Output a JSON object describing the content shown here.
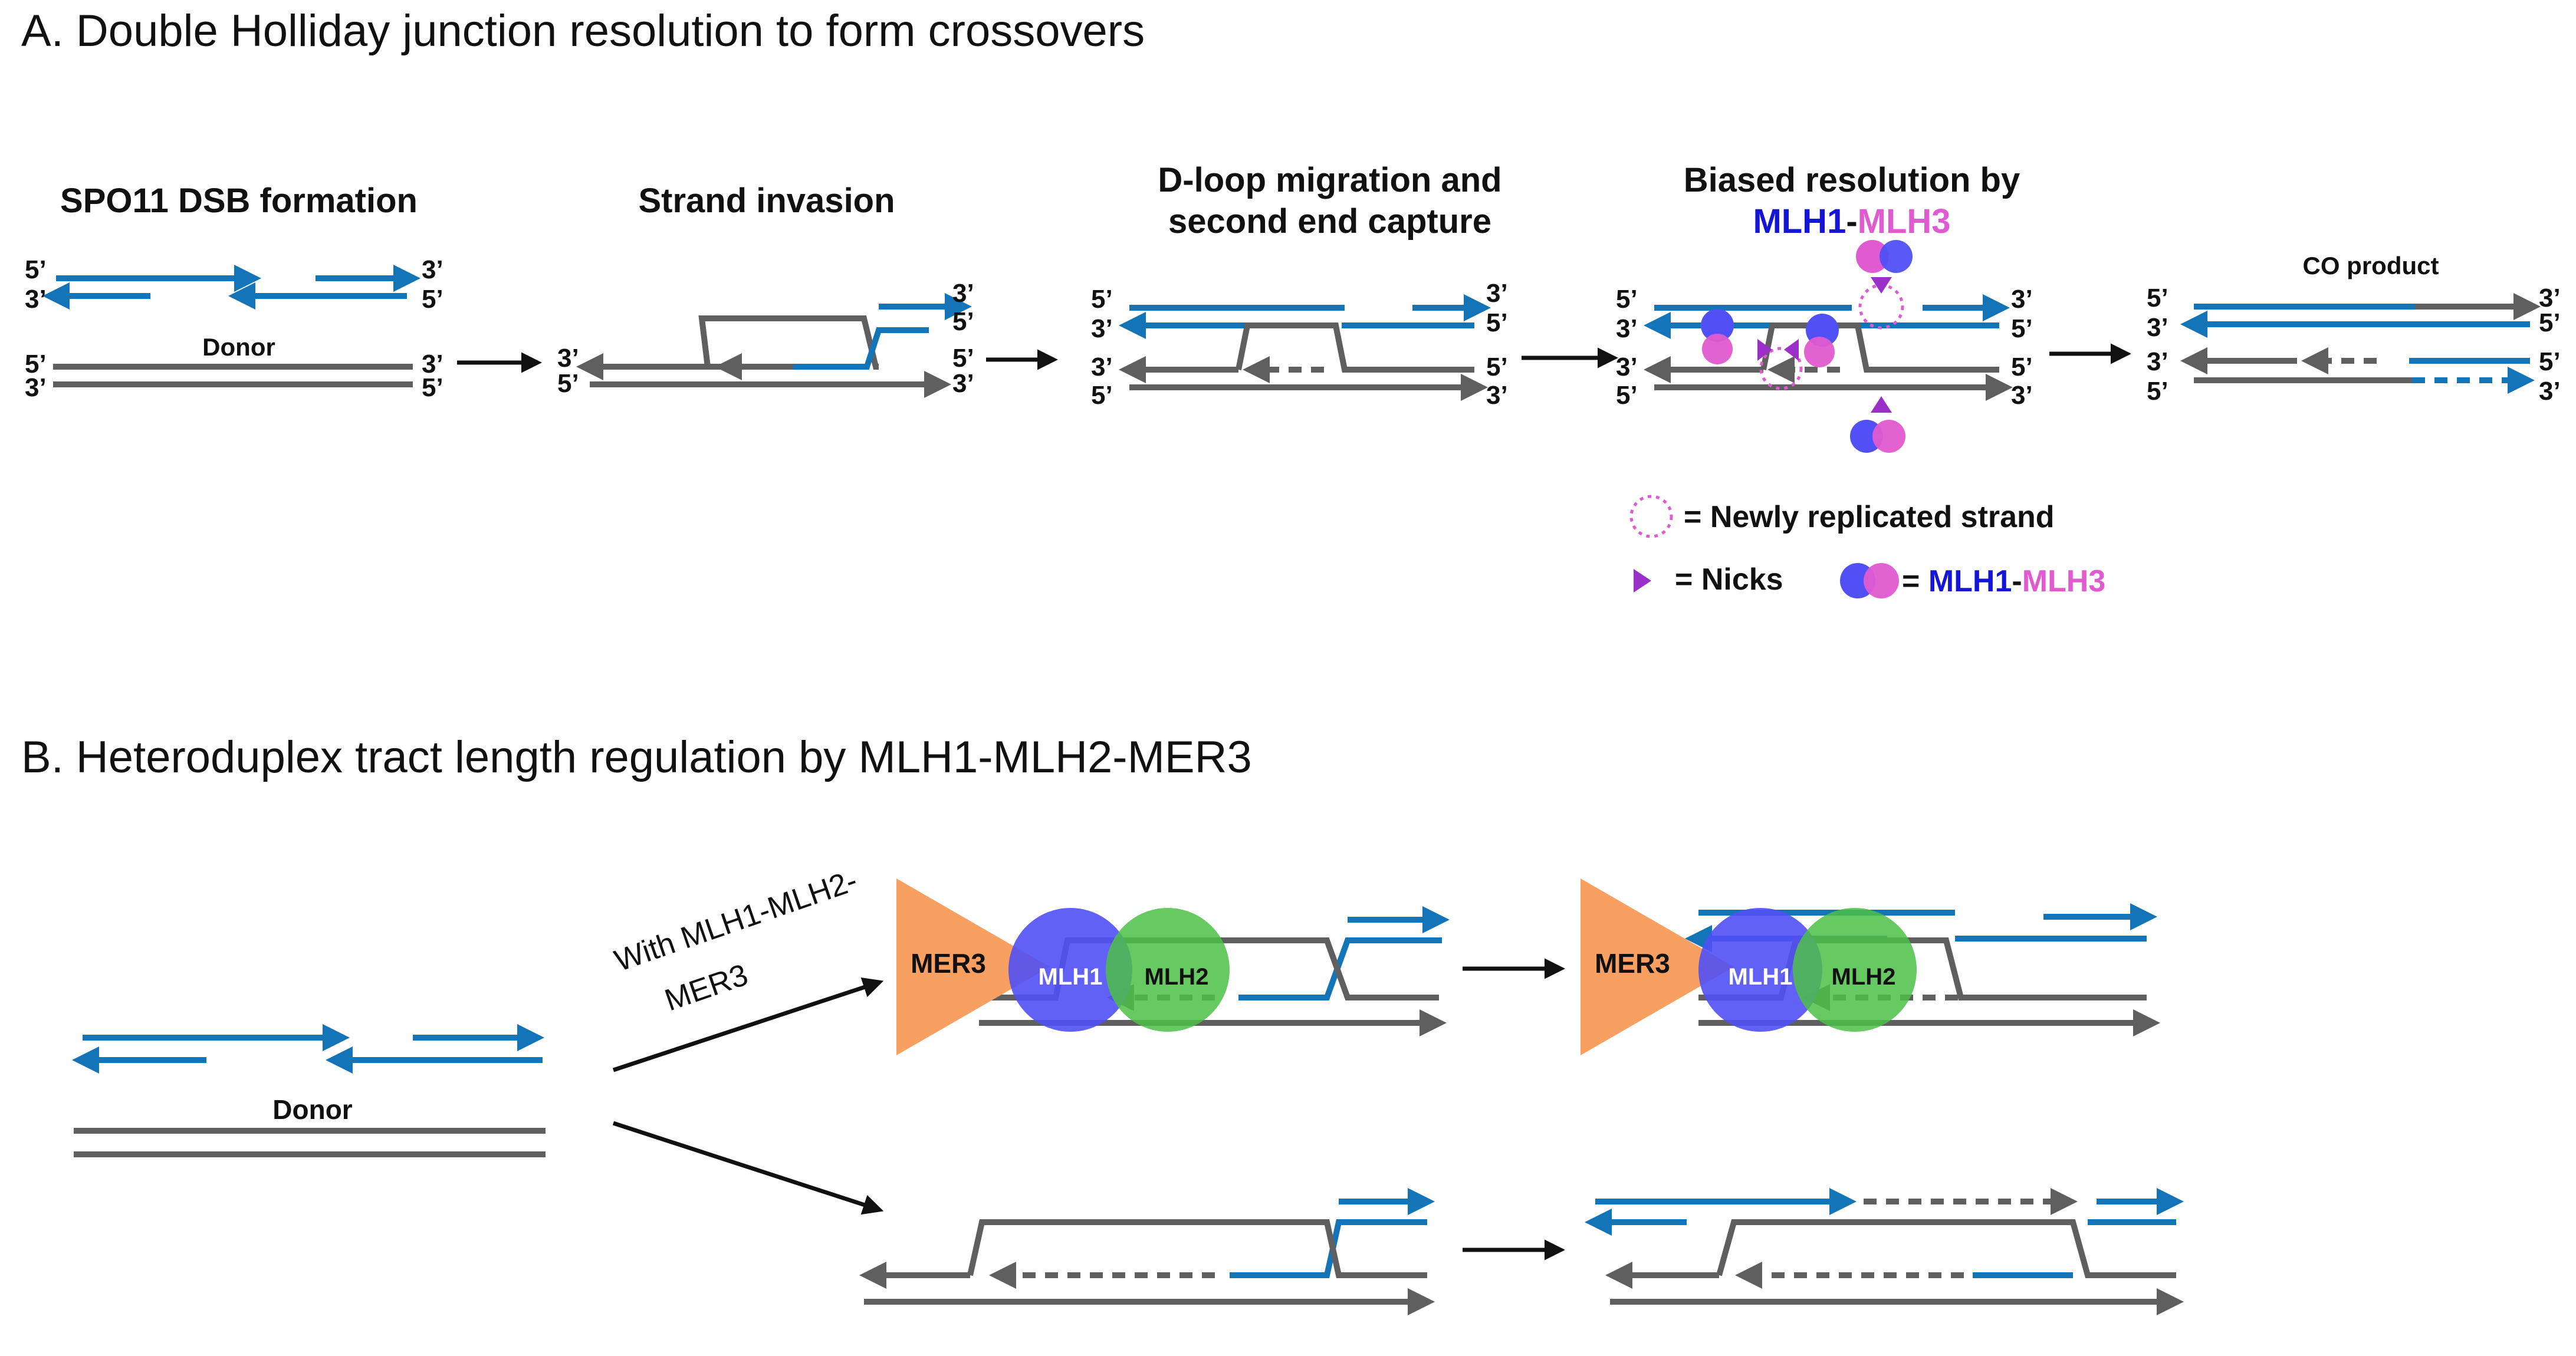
{
  "panel_a": {
    "title": "A.  Double Holliday junction resolution to form crossovers",
    "steps": {
      "dsb": "SPO11 DSB formation",
      "invasion": "Strand invasion",
      "dloop_line1": "D-loop migration and",
      "dloop_line2": "second end capture",
      "biased_line1": "Biased resolution by",
      "biased_mlh1": "MLH1",
      "biased_dash": "-",
      "biased_mlh3": "MLH3",
      "co": "CO product"
    },
    "donor_label": "Donor",
    "ends": {
      "five": "5’",
      "three": "3’"
    },
    "legend": {
      "new_strand": "= Newly replicated strand",
      "nicks": "= Nicks",
      "mlh_eq": "= ",
      "mlh1": "MLH1",
      "dash": "-",
      "mlh3": "MLH3"
    }
  },
  "panel_b": {
    "title": "B.  Heteroduplex tract length regulation by MLH1-MLH2-MER3",
    "donor_label": "Donor",
    "pathway_label_line1": "With MLH1-MLH2-",
    "pathway_label_line2": "MER3",
    "proteins": {
      "mer3": "MER3",
      "mlh1": "MLH1",
      "mlh2": "MLH2"
    }
  },
  "colors": {
    "template_strand": "#5f5f5f",
    "broken_strand": "#1474b8",
    "mlh1": "#5050f5",
    "mlh3": "#e05ad0",
    "mlh2": "#4cbf47",
    "mer3": "#f7a061",
    "nick": "#9b30c8",
    "newly_replicated": "#e05ad0"
  }
}
